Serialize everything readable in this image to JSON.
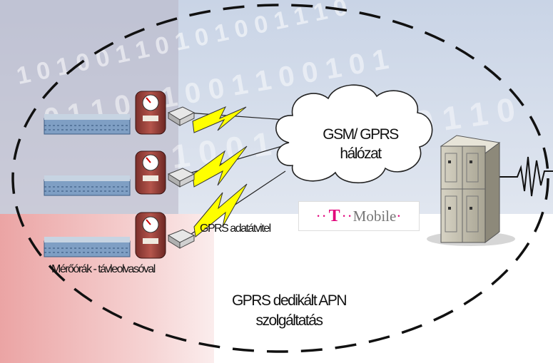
{
  "diagram": {
    "cloud_label_line1": "GSM/ GPRS",
    "cloud_label_line2": "hálózat",
    "operator_logo": {
      "dots_left": "··",
      "t": "T",
      "dots_mid": "··",
      "name": "Mobile",
      "dot_right": "·"
    },
    "link_label": "GPRS adatátvitel",
    "meters_label": "Mérőórák - távleolvasóval",
    "service_line1": "GPRS dedikált APN",
    "service_line2": "szolgáltatás",
    "background_digits_row1": "1 0 1 0 0 1 1 0 1 0 1 0 0 1 1 1 0",
    "background_digits_row2": "0 1 1 0 0 1 0 0 1 1 0 0 1 0 1",
    "background_digits_row3": "1 0 0 1 1 1 0 0 1 0 1 1 0"
  },
  "colors": {
    "lightning": "#ffff00",
    "boundary": "#111111",
    "magenta": "#e2007a"
  },
  "icons": [
    "meter-icon",
    "modem-icon",
    "building-icon",
    "lightning-icon",
    "cloud-icon",
    "server-icon"
  ]
}
